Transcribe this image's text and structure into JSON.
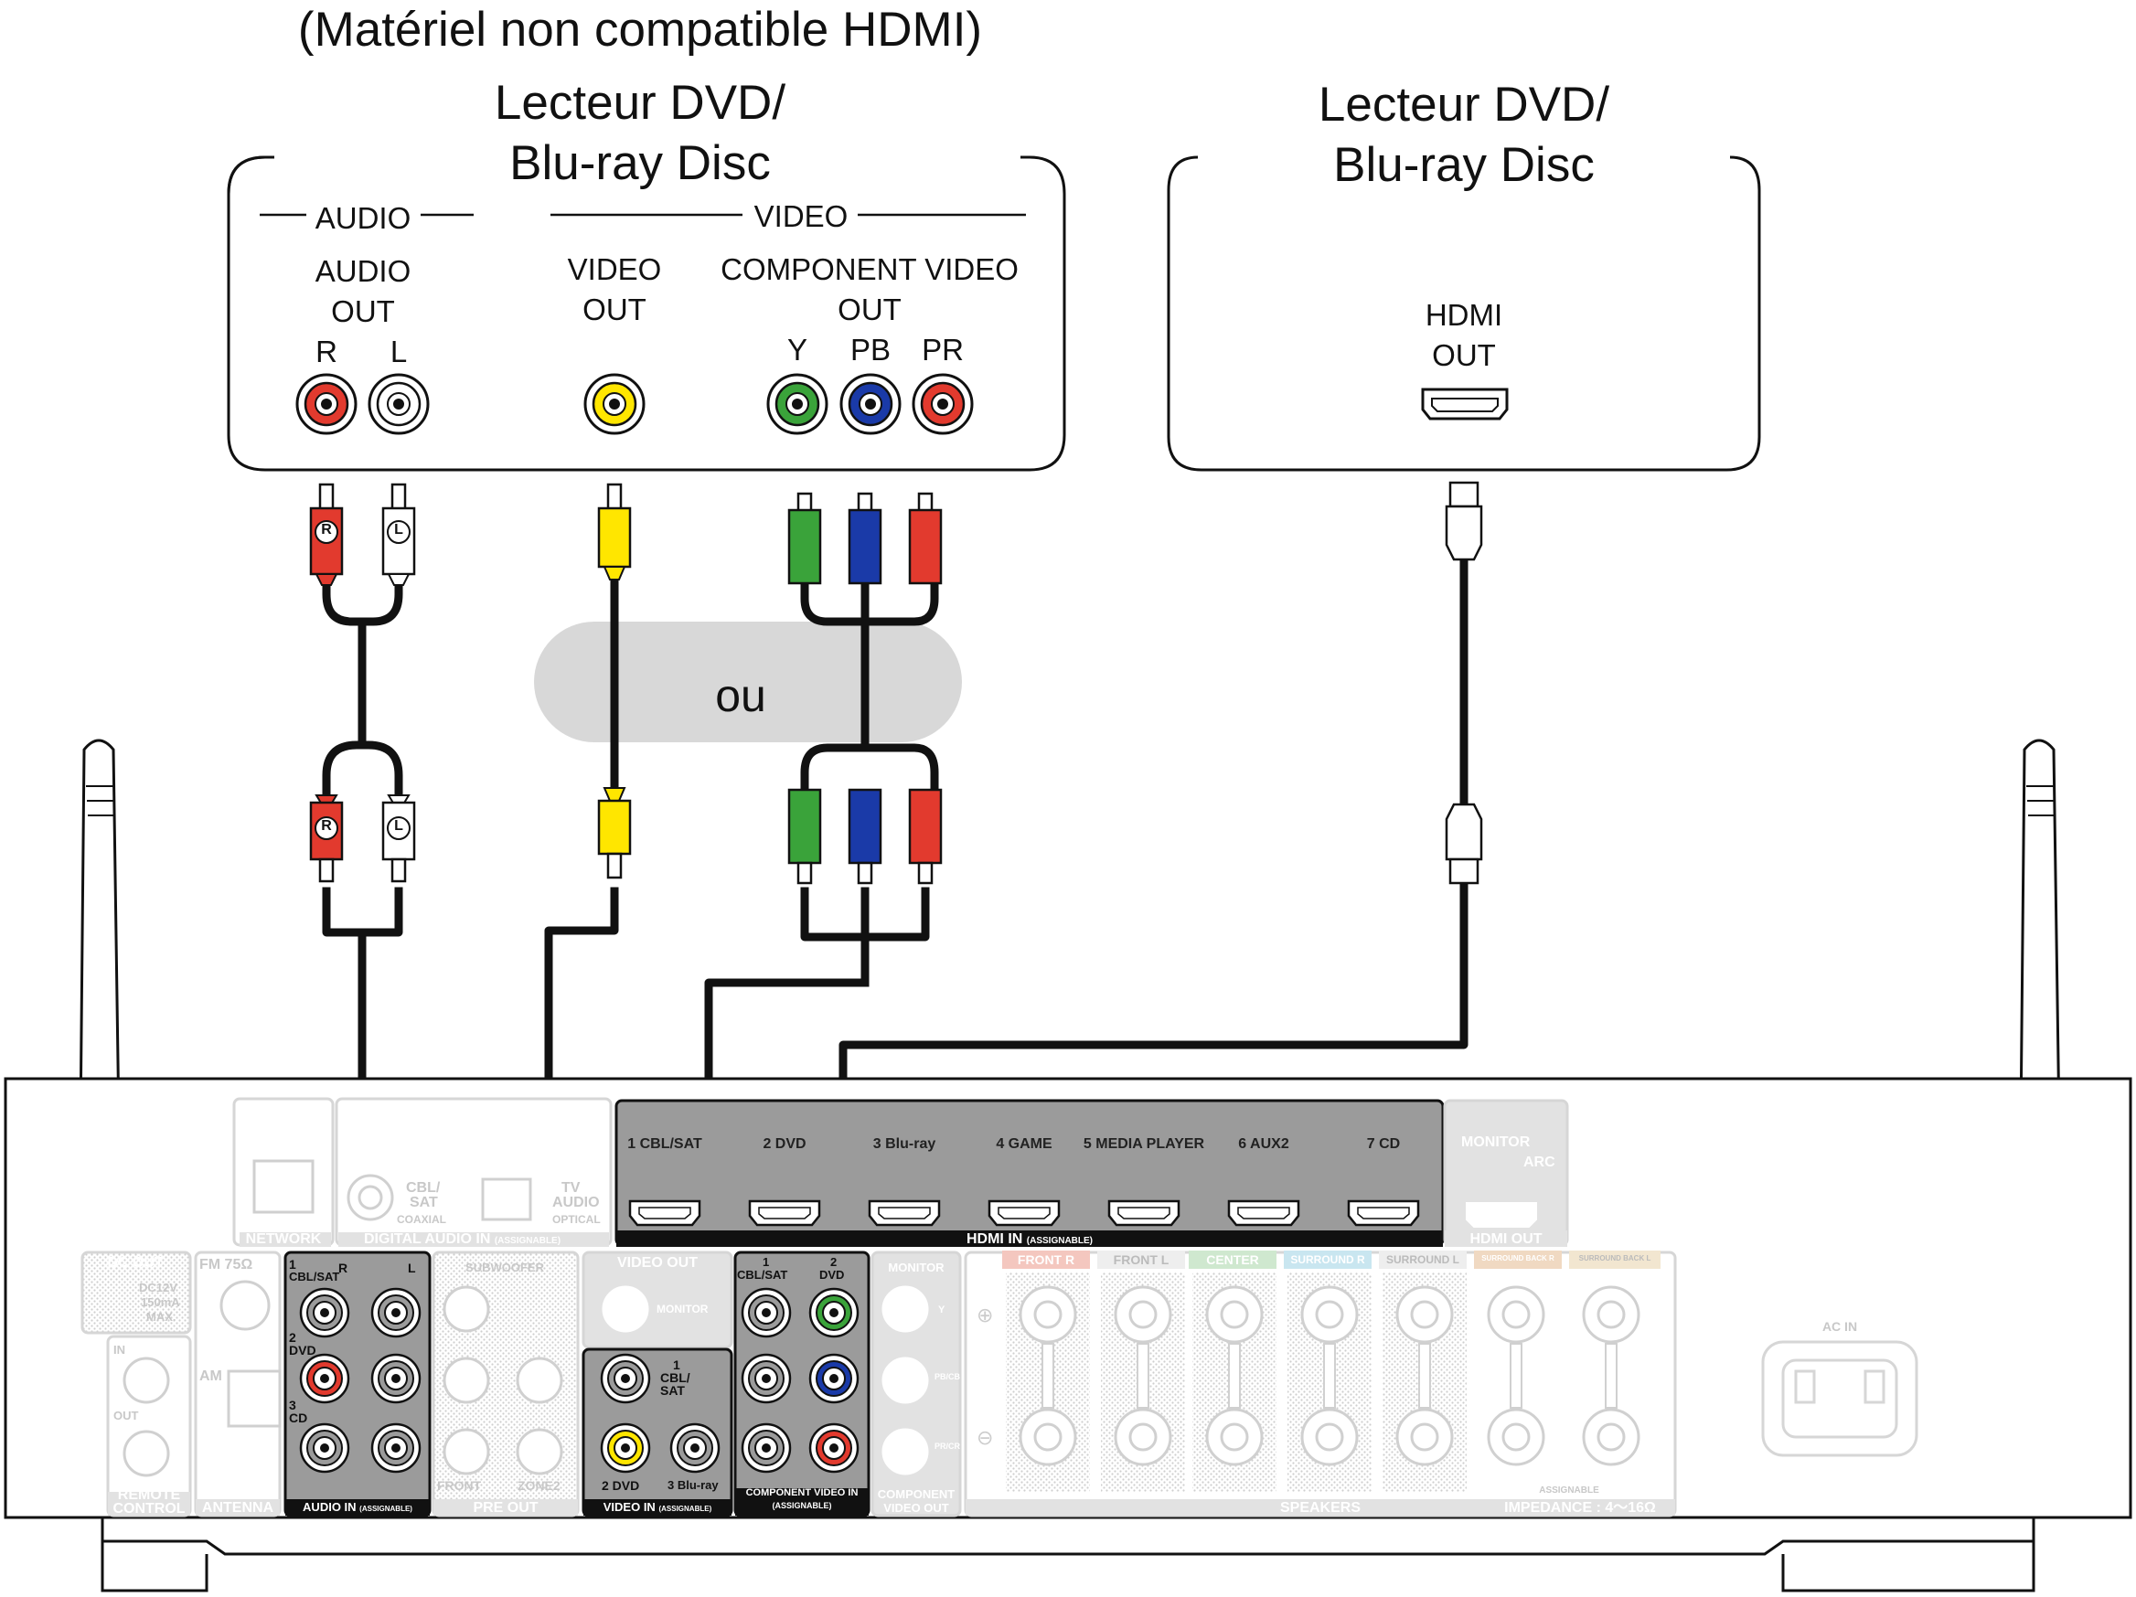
{
  "colors": {
    "red": "#e23a2e",
    "white": "#ffffff",
    "yellow": "#ffe600",
    "green": "#3aa33a",
    "blue": "#1a3aa8",
    "panel_dark": "#9b9b9b",
    "panel_faint": "#e2e2e2",
    "ou_bubble": "#d8d8d8"
  },
  "header": {
    "note": "(Matériel non compatible HDMI)"
  },
  "left_device": {
    "title_line1": "Lecteur DVD/",
    "title_line2": "Blu-ray Disc",
    "audio_group": "AUDIO",
    "video_group": "VIDEO",
    "audio_out_line1": "AUDIO",
    "audio_out_line2": "OUT",
    "jack_r": "R",
    "jack_l": "L",
    "video_out_line1": "VIDEO",
    "video_out_line2": "OUT",
    "component_line1": "COMPONENT VIDEO",
    "component_line2": "OUT",
    "jack_y": "Y",
    "jack_pb": "PB",
    "jack_pr": "PR"
  },
  "right_device": {
    "title_line1": "Lecteur DVD/",
    "title_line2": "Blu-ray Disc",
    "hdmi_line1": "HDMI",
    "hdmi_line2": "OUT"
  },
  "or_label": "ou",
  "plug_letters": {
    "r": "R",
    "l": "L"
  },
  "receiver": {
    "hdmi_inputs": [
      "1 CBL/SAT",
      "2 DVD",
      "3 Blu-ray",
      "4 GAME",
      "5 MEDIA PLAYER",
      "6 AUX2",
      "7 CD"
    ],
    "hdmi_in_label": "HDMI IN",
    "assignable": "(ASSIGNABLE)",
    "monitor": "MONITOR",
    "arc": "ARC",
    "hdmi_out": "HDMI OUT",
    "network": "NETWORK",
    "digital_audio_in": "DIGITAL AUDIO IN",
    "coaxial_line1": "CBL/",
    "coaxial_line2": "SAT",
    "coaxial": "COAXIAL",
    "tv_audio_line1": "TV",
    "tv_audio_line2": "AUDIO",
    "optical": "OPTICAL",
    "dc_out": "DC OUT",
    "dc_spec_line1": "DC12V",
    "dc_spec_line2": "150mA",
    "dc_spec_line3": "MAX.",
    "remote_in": "IN",
    "remote_out": "OUT",
    "remote_control_line1": "REMOTE",
    "remote_control_line2": "CONTROL",
    "fm": "FM 75Ω",
    "am": "AM",
    "antenna": "ANTENNA",
    "audio_in_1": "1",
    "audio_in_cblsat": "CBL/SAT",
    "audio_in_r": "R",
    "audio_in_l": "L",
    "audio_in_2": "2",
    "audio_in_dvd": "DVD",
    "audio_in_3": "3",
    "audio_in_cd": "CD",
    "audio_in_label": "AUDIO IN",
    "subwoofer": "SUBWOOFER",
    "pre_front": "FRONT",
    "pre_zone2": "ZONE2",
    "pre_out": "PRE OUT",
    "video_out": "VIDEO OUT",
    "monitor_small": "MONITOR",
    "video_in_1": "1",
    "video_in_cblsat_line1": "CBL/",
    "video_in_cblsat_line2": "SAT",
    "video_in_2dvd": "2 DVD",
    "video_in_3bluray": "3 Blu-ray",
    "video_in_label": "VIDEO IN",
    "comp_1": "1",
    "comp_cblsat": "CBL/SAT",
    "comp_2": "2",
    "comp_dvd": "DVD",
    "comp_in_line1": "COMPONENT VIDEO IN",
    "comp_in_line2": "(ASSIGNABLE)",
    "comp_monitor": "MONITOR",
    "comp_y": "Y",
    "comp_pb": "PB/CB",
    "comp_pr": "PR/CR",
    "comp_out_line1": "COMPONENT",
    "comp_out_line2": "VIDEO OUT",
    "sp_front_r": "FRONT R",
    "sp_front_l": "FRONT L",
    "sp_center": "CENTER",
    "sp_surround_r": "SURROUND R",
    "sp_surround_l": "SURROUND L",
    "sp_back_r": "SURROUND BACK R",
    "sp_back_l": "SURROUND BACK L",
    "speakers": "SPEAKERS",
    "impedance": "IMPEDANCE : 4～16Ω",
    "assignable_small": "ASSIGNABLE",
    "ac_in": "AC IN"
  }
}
